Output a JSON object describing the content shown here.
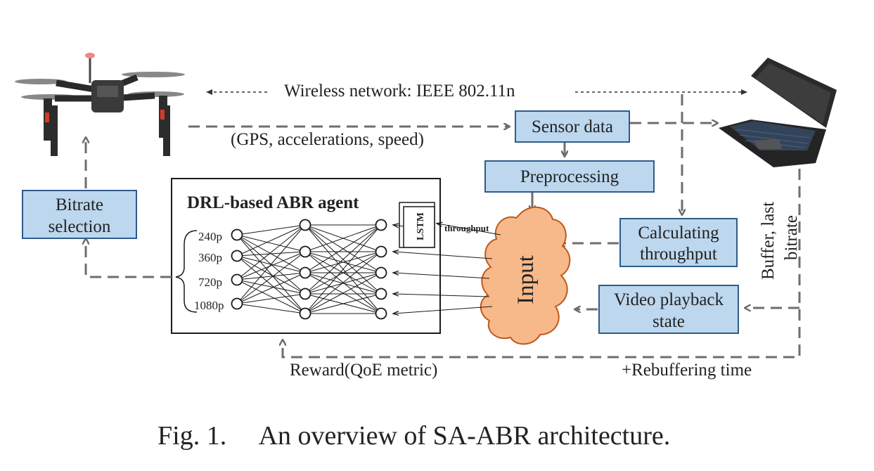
{
  "labels": {
    "wireless": "Wireless network: IEEE 802.11n",
    "gps": "(GPS, accelerations, speed)",
    "sensor": "Sensor data",
    "preproc": "Preprocessing",
    "calc_line1": "Calculating",
    "calc_line2": "throughput",
    "video_line1": "Video playback",
    "video_line2": "state",
    "bitrate_line1": "Bitrate",
    "bitrate_line2": "selection",
    "agent_title": "DRL-based ABR agent",
    "lstm": "LSTM",
    "throughput_small": "throughput",
    "input": "Input",
    "buffer_line1": "Buffer, last",
    "buffer_line2": "bitrate",
    "reward": "Reward(QoE metric)",
    "rebuffer": "+Rebuffering time",
    "caption": "Fig. 1.     An overview of SA-ABR architecture."
  },
  "resolutions": [
    "240p",
    "360p",
    "720p",
    "1080p"
  ],
  "icons": {
    "drone": "drone-icon",
    "laptop": "laptop-icon",
    "cloud": "cloud-shape"
  },
  "colors": {
    "box_fill": "#bcd7ee",
    "box_stroke": "#2e5c8a",
    "cloud_fill": "#f7b98a",
    "cloud_stroke": "#c0581d",
    "connector": "#6e6e6e"
  }
}
